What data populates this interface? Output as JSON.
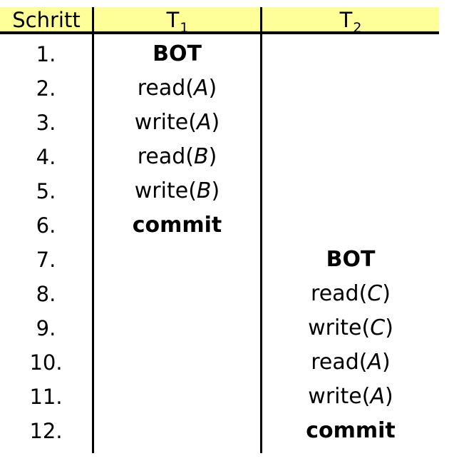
{
  "colors": {
    "header_background": "#ffff99",
    "border": "#000000",
    "text": "#000000",
    "page_background": "#ffffff"
  },
  "table": {
    "columns": [
      {
        "id": "step",
        "label": "Schritt",
        "label_sub": ""
      },
      {
        "id": "t1",
        "label": "T",
        "label_sub": "1"
      },
      {
        "id": "t2",
        "label": "T",
        "label_sub": "2"
      }
    ],
    "rows": [
      {
        "step": "1.",
        "t1_kind": "kw",
        "t1_op": "BOT",
        "t1_arg": "",
        "t2_kind": "",
        "t2_op": "",
        "t2_arg": ""
      },
      {
        "step": "2.",
        "t1_kind": "op",
        "t1_op": "read",
        "t1_arg": "A",
        "t2_kind": "",
        "t2_op": "",
        "t2_arg": ""
      },
      {
        "step": "3.",
        "t1_kind": "op",
        "t1_op": "write",
        "t1_arg": "A",
        "t2_kind": "",
        "t2_op": "",
        "t2_arg": ""
      },
      {
        "step": "4.",
        "t1_kind": "op",
        "t1_op": "read",
        "t1_arg": "B",
        "t2_kind": "",
        "t2_op": "",
        "t2_arg": ""
      },
      {
        "step": "5.",
        "t1_kind": "op",
        "t1_op": "write",
        "t1_arg": "B",
        "t2_kind": "",
        "t2_op": "",
        "t2_arg": ""
      },
      {
        "step": "6.",
        "t1_kind": "kw",
        "t1_op": "commit",
        "t1_arg": "",
        "t2_kind": "",
        "t2_op": "",
        "t2_arg": ""
      },
      {
        "step": "7.",
        "t1_kind": "",
        "t1_op": "",
        "t1_arg": "",
        "t2_kind": "kw",
        "t2_op": "BOT",
        "t2_arg": ""
      },
      {
        "step": "8.",
        "t1_kind": "",
        "t1_op": "",
        "t1_arg": "",
        "t2_kind": "op",
        "t2_op": "read",
        "t2_arg": "C"
      },
      {
        "step": "9.",
        "t1_kind": "",
        "t1_op": "",
        "t1_arg": "",
        "t2_kind": "op",
        "t2_op": "write",
        "t2_arg": "C"
      },
      {
        "step": "10.",
        "t1_kind": "",
        "t1_op": "",
        "t1_arg": "",
        "t2_kind": "op",
        "t2_op": "read",
        "t2_arg": "A"
      },
      {
        "step": "11.",
        "t1_kind": "",
        "t1_op": "",
        "t1_arg": "",
        "t2_kind": "op",
        "t2_op": "write",
        "t2_arg": "A"
      },
      {
        "step": "12.",
        "t1_kind": "",
        "t1_op": "",
        "t1_arg": "",
        "t2_kind": "kw",
        "t2_op": "commit",
        "t2_arg": ""
      }
    ]
  }
}
